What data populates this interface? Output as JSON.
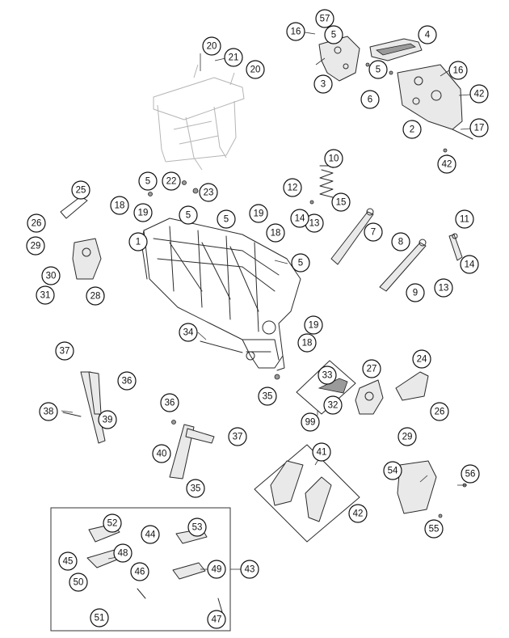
{
  "diagram": {
    "type": "exploded parts diagram",
    "callouts": [
      "1",
      "2",
      "3",
      "4",
      "5",
      "5",
      "5",
      "5",
      "5",
      "5",
      "6",
      "7",
      "8",
      "9",
      "10",
      "11",
      "12",
      "13",
      "13",
      "14",
      "14",
      "15",
      "16",
      "16",
      "17",
      "18",
      "18",
      "18",
      "19",
      "19",
      "19",
      "20",
      "20",
      "21",
      "22",
      "23",
      "24",
      "25",
      "26",
      "26",
      "27",
      "28",
      "29",
      "29",
      "30",
      "31",
      "32",
      "33",
      "34",
      "35",
      "35",
      "36",
      "36",
      "37",
      "37",
      "38",
      "39",
      "40",
      "41",
      "42",
      "42",
      "42",
      "43",
      "44",
      "45",
      "46",
      "47",
      "48",
      "49",
      "50",
      "51",
      "52",
      "53",
      "54",
      "55",
      "56",
      "57",
      "57",
      "99"
    ]
  }
}
